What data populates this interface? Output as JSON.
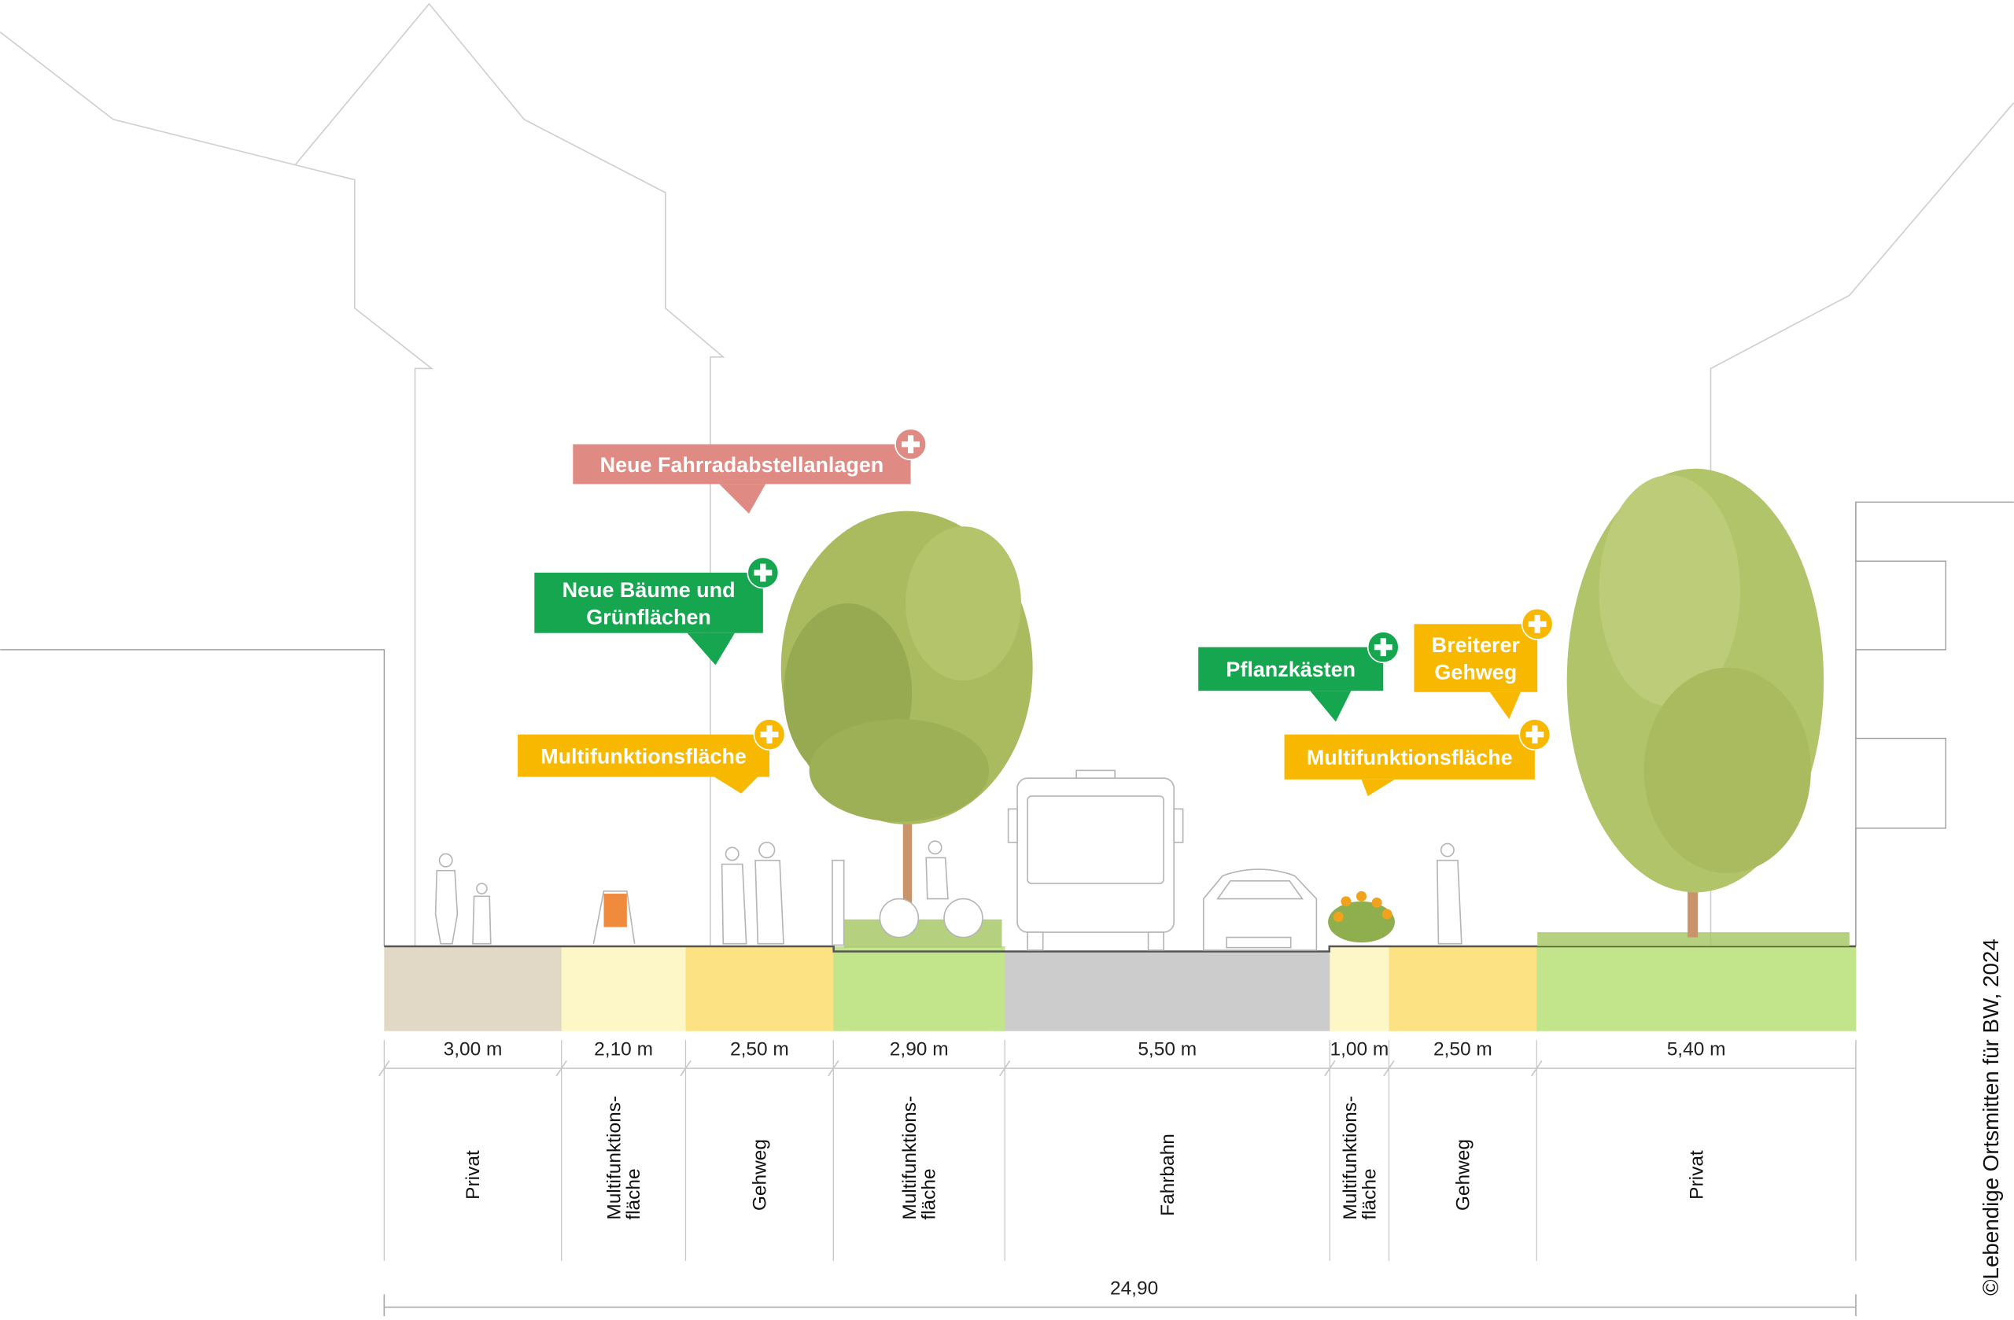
{
  "colors": {
    "pink": "#e08a84",
    "green": "#17a650",
    "yellow": "#f9b800",
    "tree": "#a9bb5e",
    "tree_dark": "#97aa52"
  },
  "segments": [
    {
      "width_m": 3.0,
      "width_label": "3,00 m",
      "name_lines": [
        "Privat"
      ],
      "color": "#e1d8c6"
    },
    {
      "width_m": 2.1,
      "width_label": "2,10 m",
      "name_lines": [
        "Multifunktions-",
        "fläche"
      ],
      "color": "#fdf7c8"
    },
    {
      "width_m": 2.5,
      "width_label": "2,50 m",
      "name_lines": [
        "Gehweg"
      ],
      "color": "#fde283"
    },
    {
      "width_m": 2.9,
      "width_label": "2,90 m",
      "name_lines": [
        "Multifunktions-",
        "fläche"
      ],
      "color": "#c2e48a"
    },
    {
      "width_m": 5.5,
      "width_label": "5,50 m",
      "name_lines": [
        "Fahrbahn"
      ],
      "color": "#cccccc"
    },
    {
      "width_m": 1.0,
      "width_label": "1,00 m",
      "name_lines": [
        "Multifunktions-",
        "fläche"
      ],
      "color": "#fdf7c8"
    },
    {
      "width_m": 2.5,
      "width_label": "2,50 m",
      "name_lines": [
        "Gehweg"
      ],
      "color": "#fde283"
    },
    {
      "width_m": 5.4,
      "width_label": "5,40 m",
      "name_lines": [
        "Privat"
      ],
      "color": "#c2e48a"
    }
  ],
  "total_width_label": "24,90",
  "callouts": [
    {
      "id": "fahrrad",
      "lines": [
        "Neue Fahrradabstellanlagen"
      ],
      "color": "#e08a84",
      "icon": "plus-icon"
    },
    {
      "id": "baeume",
      "lines": [
        "Neue Bäume und",
        "Grünflächen"
      ],
      "color": "#17a650",
      "icon": "plus-icon"
    },
    {
      "id": "multi-left",
      "lines": [
        "Multifunktionsfläche"
      ],
      "color": "#f9b800",
      "icon": "plus-icon"
    },
    {
      "id": "pflanz",
      "lines": [
        "Pflanzkästen"
      ],
      "color": "#17a650",
      "icon": "plus-icon"
    },
    {
      "id": "gehweg",
      "lines": [
        "Breiterer",
        "Gehweg"
      ],
      "color": "#f9b800",
      "icon": "plus-icon"
    },
    {
      "id": "multi-right",
      "lines": [
        "Multifunktionsfläche"
      ],
      "color": "#f9b800",
      "icon": "plus-icon"
    }
  ],
  "copyright": "©Lebendige Ortsmitten für BW, 2024"
}
